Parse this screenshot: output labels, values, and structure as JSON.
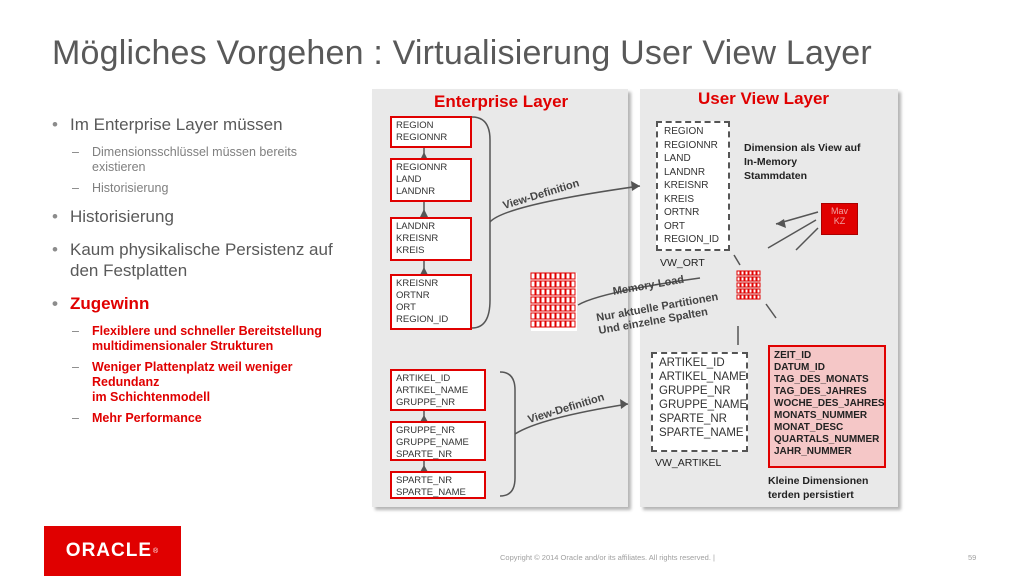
{
  "slide": {
    "title": "Mögliches Vorgehen : Virtualisierung User View Layer",
    "bullets": [
      {
        "text": "Im Enterprise Layer müssen",
        "subs": [
          "Dimensionsschlüssel müssen bereits existieren",
          "Historisierung"
        ]
      },
      {
        "text": "Historisierung"
      },
      {
        "text": "Kaum physikalische Persistenz auf den Festplatten"
      },
      {
        "text": "Zugewinn",
        "subs": [
          "Flexiblere und schneller Bereitstellung multidimensionaler Strukturen",
          "Weniger Plattenplatz weil weniger Redundanz\nim Schichtenmodell",
          "Mehr Performance"
        ]
      }
    ],
    "footer": "Copyright © 2014 Oracle and/or its affiliates. All rights reserved.  |",
    "page_number": "59",
    "logo": "ORACLE"
  },
  "diagram": {
    "enterprise_title": "Enterprise Layer",
    "user_view_title": "User View Layer",
    "enterprise_boxes": [
      "REGION\nREGIONNR",
      "REGIONNR\nLAND\nLANDNR",
      "LANDNR\nKREISNR\nKREIS",
      "KREISNR\nORTNR\nORT\nREGION_ID",
      "ARTIKEL_ID\nARTIKEL_NAME\nGRUPPE_NR",
      "GRUPPE_NR\nGRUPPE_NAME\nSPARTE_NR",
      "SPARTE_NR\nSPARTE_NAME"
    ],
    "vw_ort_box": "REGION\nREGIONNR\nLAND\nLANDNR\nKREISNR\nKREIS\nORTNR\nORT\nREGION_ID",
    "vw_ort_label": "VW_ORT",
    "vw_artikel_box": "ARTIKEL_ID\nARTIKEL_NAME\nGRUPPE_NR\nGRUPPE_NAME\nSPARTE_NR\nSPARTE_NAME",
    "vw_artikel_label": "VW_ARTIKEL",
    "dimension_note": "Dimension als View auf\nIn-Memory\nStammdaten",
    "view_definition_1": "View-Definition",
    "view_definition_2": "View-Definition",
    "memory_load": "Memory-Load",
    "partition_note": "Nur aktuelle Partitionen\nUnd einzelne Spalten",
    "mav_kz": "Mav\nKZ",
    "time_box": "ZEIT_ID\nDATUM_ID\nTAG_DES_MONATS\nTAG_DES_JAHRES\nWOCHE_DES_JAHRES\nMONATS_NUMMER\nMONAT_DESC\nQUARTALS_NUMMER\nJAHR_NUMMER",
    "small_dims_note": "Kleine Dimensionen\nterden persistiert"
  },
  "colors": {
    "accent": "#e00000",
    "title_gray": "#595959",
    "panel_bg": "#e9e9e9"
  }
}
